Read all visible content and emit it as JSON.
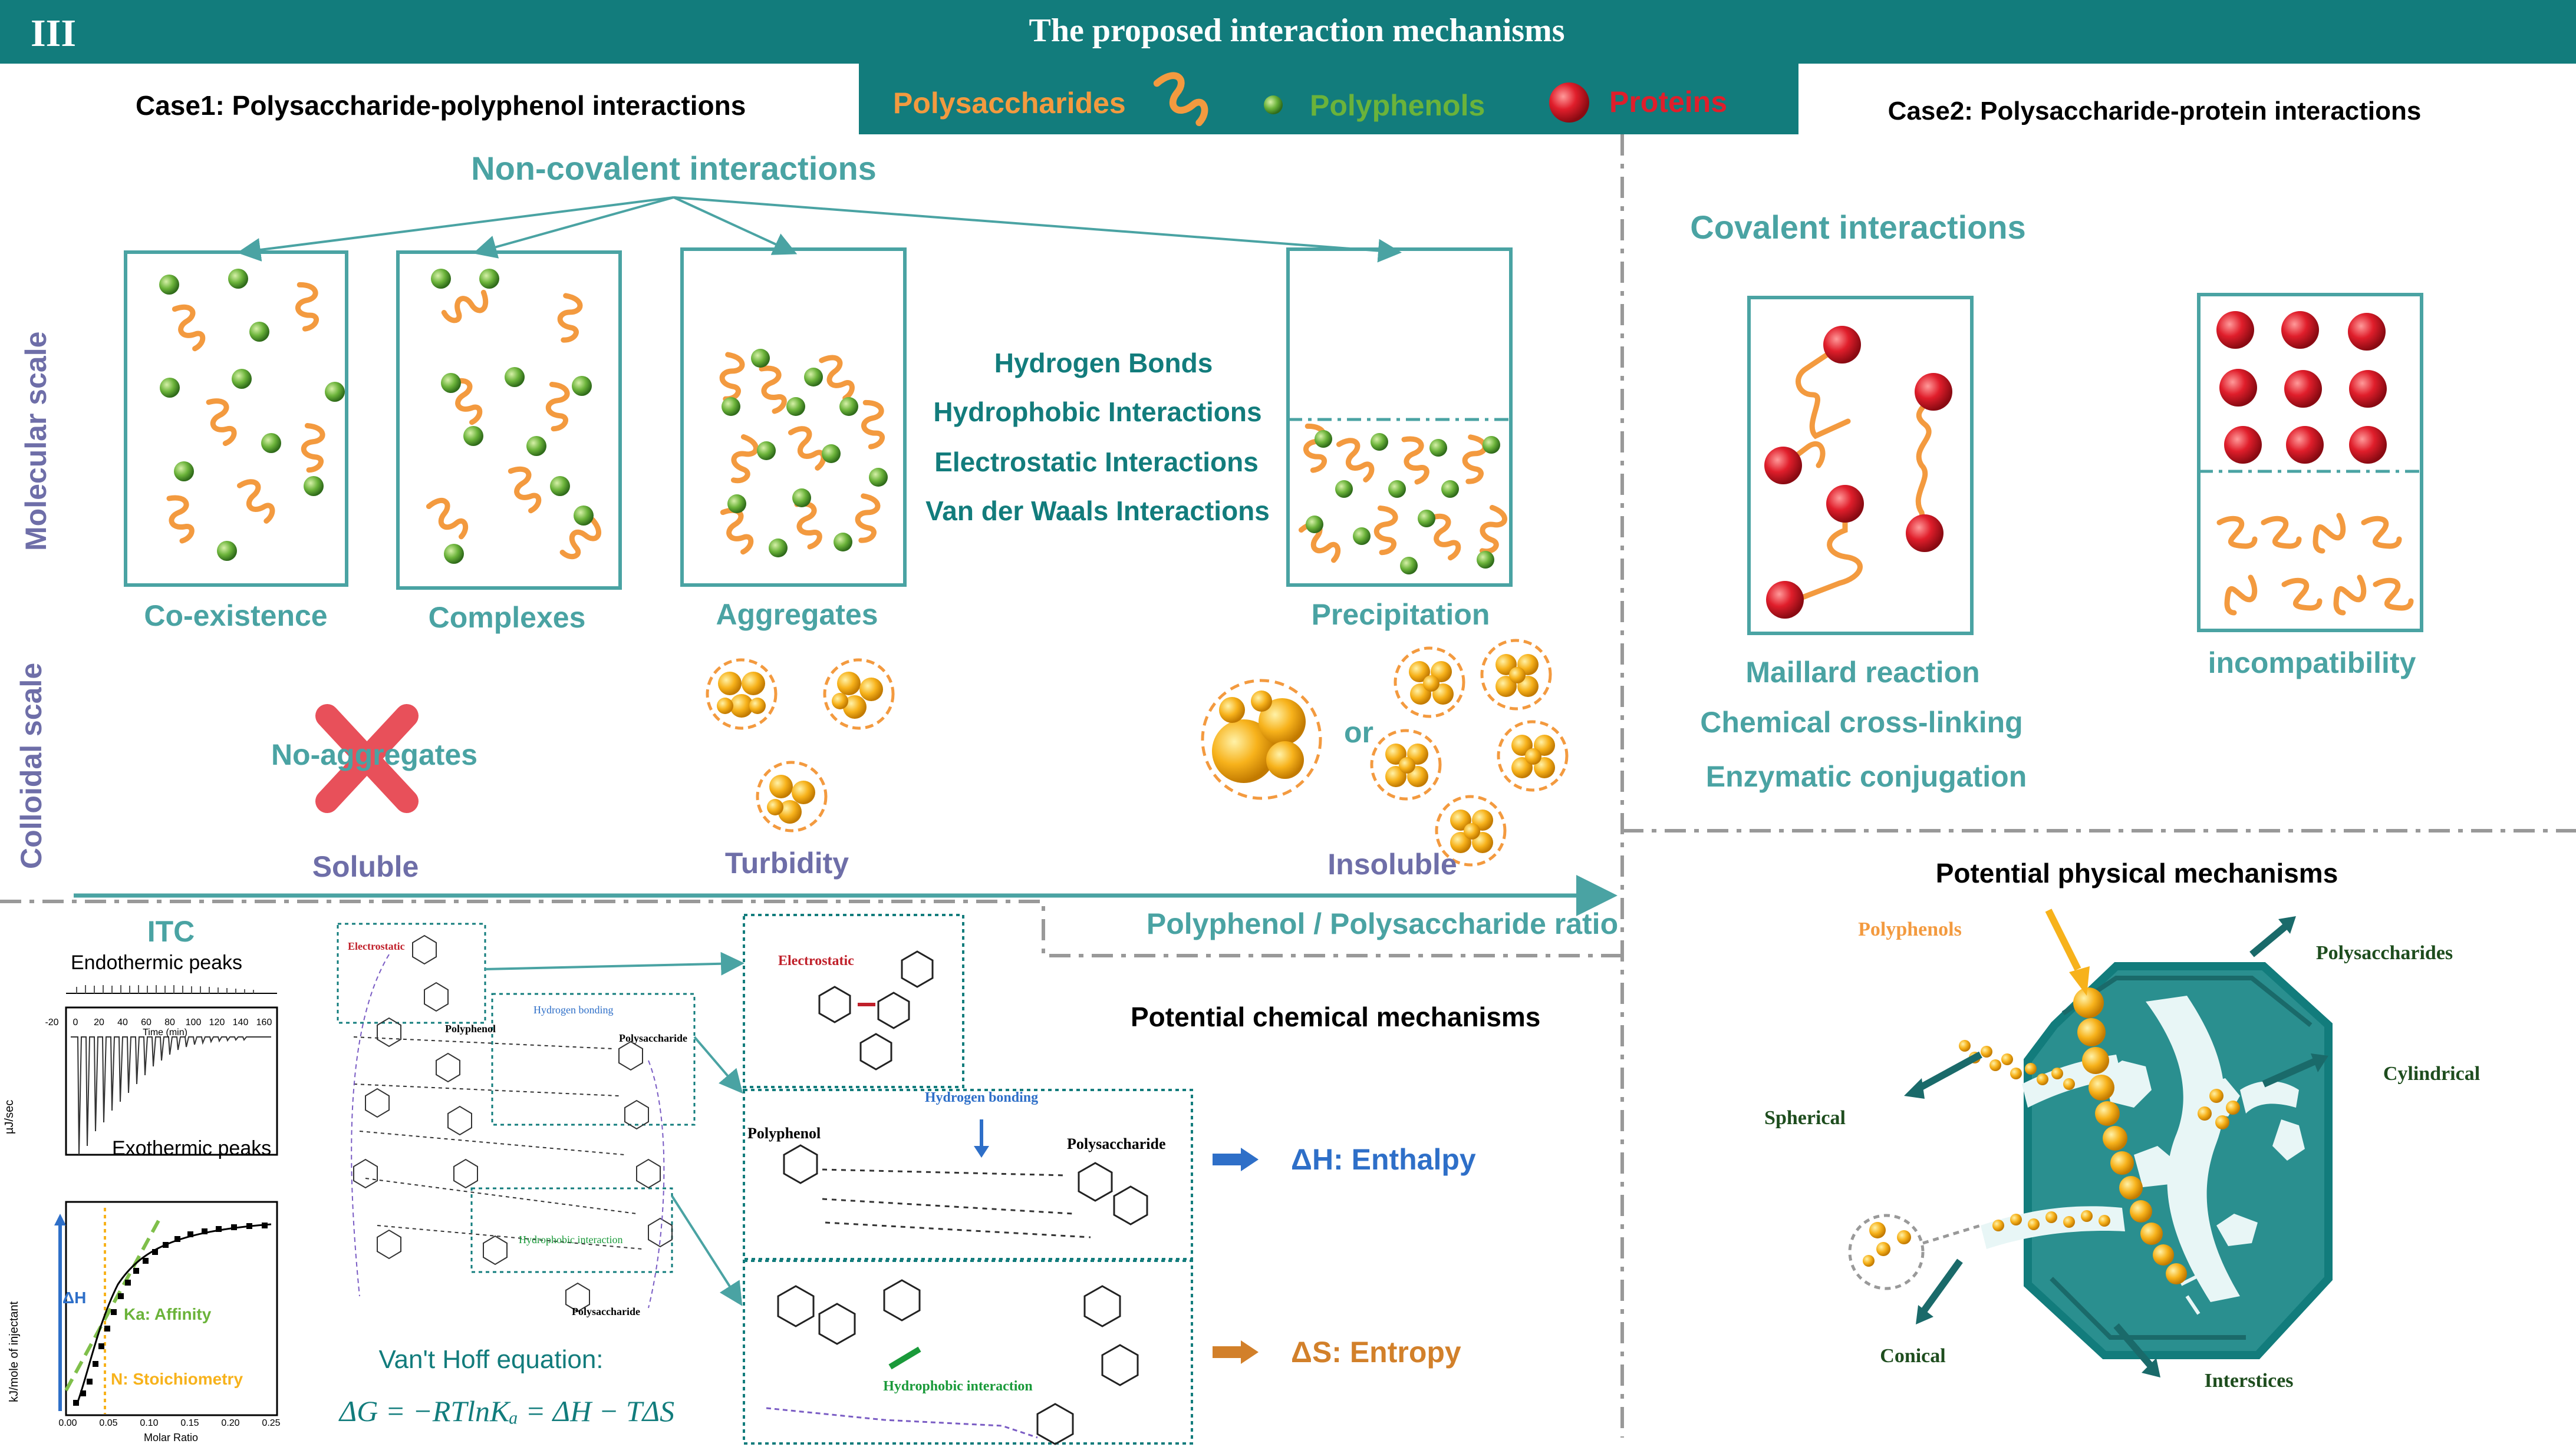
{
  "header": {
    "panel_label": "III",
    "title": "The proposed interaction mechanisms"
  },
  "legend": {
    "polysaccharides": "Polysaccharides",
    "polyphenols": "Polyphenols",
    "proteins": "Proteins"
  },
  "colors": {
    "teal": "#127c7c",
    "teal_light": "#4aa3a3",
    "orange": "#f39a3f",
    "green": "#6bb33a",
    "red": "#e01e2b",
    "gold": "#f7b21b",
    "slate": "#6e6ea8",
    "blue": "#2e6fc8"
  },
  "case1": {
    "title": "Case1:  Polysaccharide-polyphenol interactions",
    "noncovalent": "Non-covalent interactions",
    "row_molecular": "Molecular scale",
    "row_colloidal": "Colloidal scale",
    "states": [
      "Co-existence",
      "Complexes",
      "Aggregates",
      "Precipitation"
    ],
    "forces": [
      "Hydrogen Bonds",
      "Hydrophobic Interactions",
      "Electrostatic Interactions",
      "Van der Waals Interactions"
    ],
    "no_aggregates": "No-aggregates",
    "or": "or",
    "solubility": [
      "Soluble",
      "Turbidity",
      "Insoluble"
    ],
    "ratio_axis": "Polyphenol / Polysaccharide ratio"
  },
  "case2": {
    "title": "Case2: Polysaccharide-protein interactions",
    "covalent": "Covalent interactions",
    "covalent_list": [
      "Maillard reaction",
      "Chemical cross-linking",
      "Enzymatic conjugation"
    ],
    "incompatibility": "incompatibility"
  },
  "itc": {
    "title": "ITC",
    "endo": "Endothermic peaks",
    "exo": "Exothermic peaks",
    "time_label": "Time (min)",
    "time_ticks": [
      "-20",
      "0",
      "20",
      "40",
      "60",
      "80",
      "100",
      "120",
      "140",
      "160"
    ],
    "y_top_label": "µJ/sec",
    "y_bottom_label": "kJ/mole of injectant",
    "x_label": "Molar Ratio",
    "x_ticks": [
      "0.00",
      "0.05",
      "0.10",
      "0.15",
      "0.20",
      "0.25"
    ],
    "dH": "ΔH",
    "ka": "Ka: Affinity",
    "n": "N: Stoichiometry",
    "vant_hoff_label": "Van't Hoff equation:",
    "vant_hoff_eq": "ΔG = −RTlnKₐ = ΔH − TΔS"
  },
  "chem": {
    "title": "Potential chemical mechanisms",
    "electrostatic": "Electrostatic",
    "hydrogen_bonding": "Hydrogen bonding",
    "hydrophobic": "Hydrophobic interaction",
    "polyphenol": "Polyphenol",
    "polysaccharide": "Polysaccharide",
    "enthalpy": "ΔH: Enthalpy",
    "entropy": "ΔS: Entropy"
  },
  "physical": {
    "title": "Potential physical mechanisms",
    "labels": [
      "Polyphenols",
      "Polysaccharides",
      "Spherical",
      "Cylindrical",
      "Conical",
      "Interstices"
    ]
  }
}
